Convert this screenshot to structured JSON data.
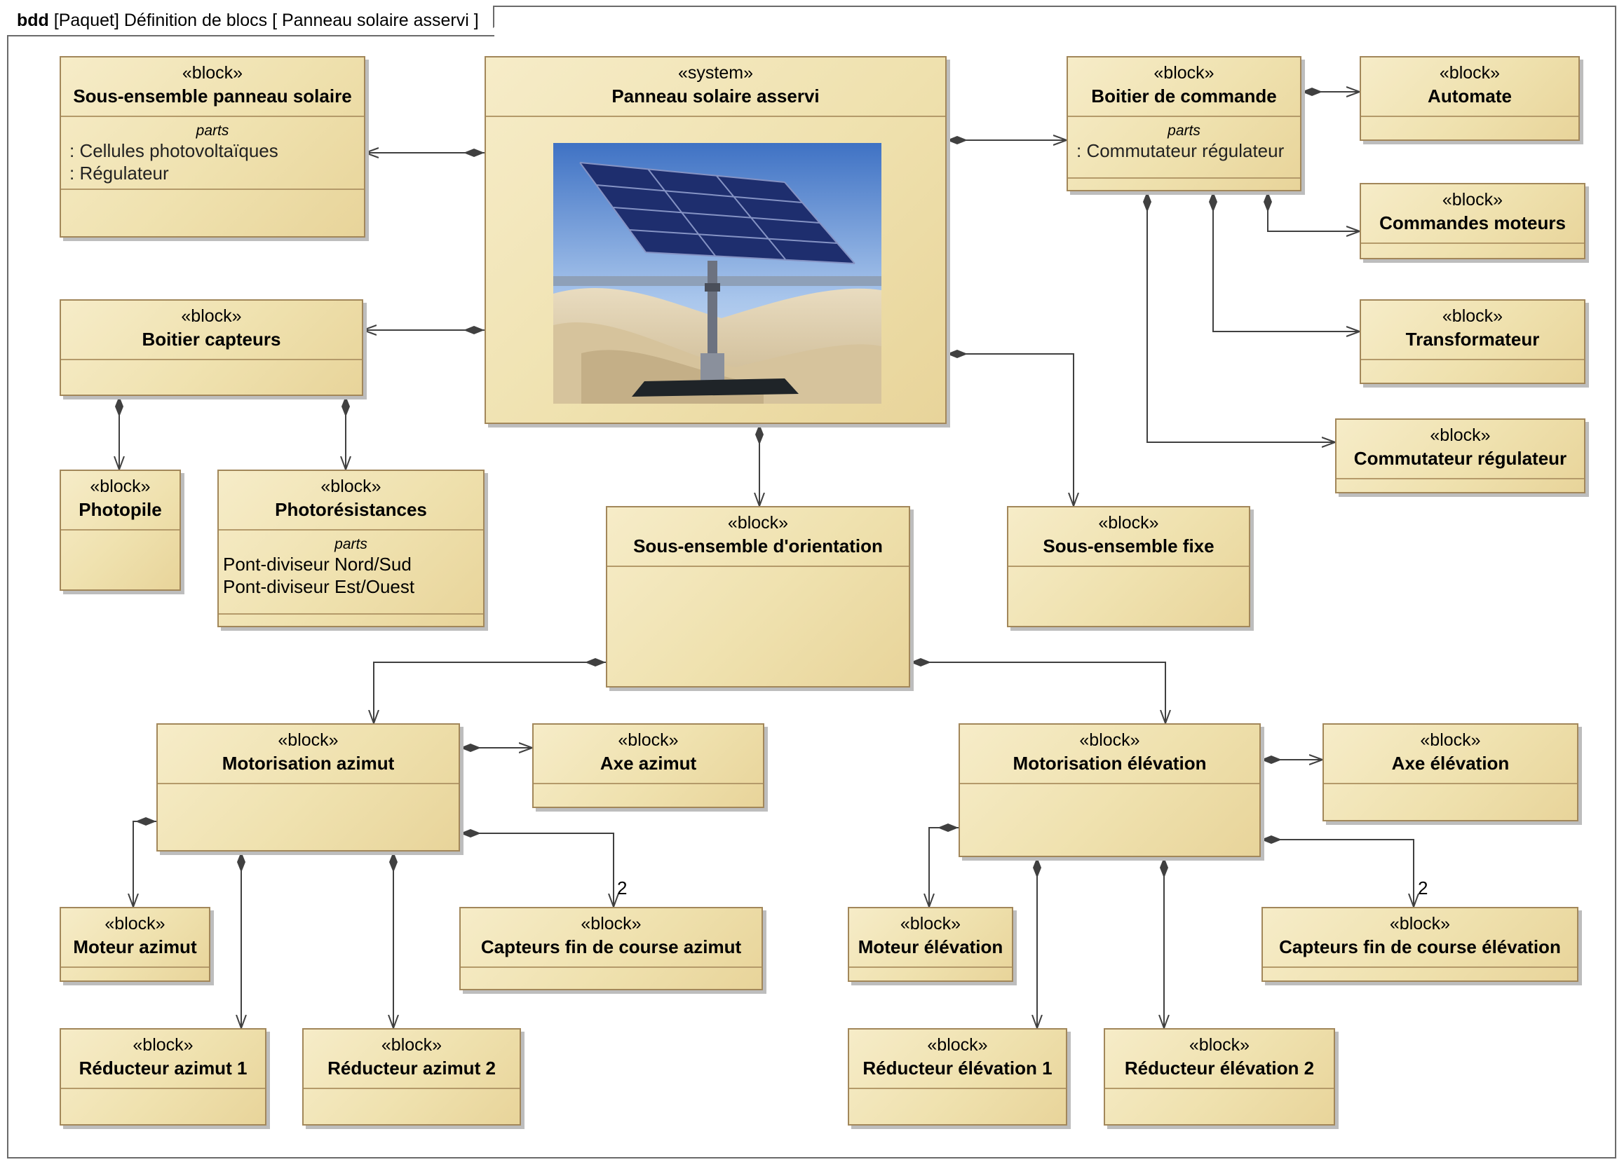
{
  "frame": {
    "kind": "bdd",
    "title": "[Paquet] Définition de blocs [ Panneau solaire asservi ]"
  },
  "parts_label": "parts",
  "system": {
    "stereotype": "«system»",
    "name": "Panneau solaire asservi"
  },
  "blocks": {
    "sous_ensemble_panneau": {
      "stereotype": "«block»",
      "name": "Sous-ensemble panneau solaire",
      "parts": [
        ": Cellules photovoltaïques",
        ": Régulateur"
      ]
    },
    "boitier_capteurs": {
      "stereotype": "«block»",
      "name": "Boitier capteurs"
    },
    "photopile": {
      "stereotype": "«block»",
      "name": "Photopile"
    },
    "photoresistances": {
      "stereotype": "«block»",
      "name": "Photorésistances",
      "parts": [
        "Pont-diviseur Nord/Sud",
        "Pont-diviseur Est/Ouest"
      ]
    },
    "boitier_commande": {
      "stereotype": "«block»",
      "name": "Boitier de commande",
      "parts": [
        ": Commutateur régulateur"
      ]
    },
    "automate": {
      "stereotype": "«block»",
      "name": "Automate"
    },
    "commandes_moteurs": {
      "stereotype": "«block»",
      "name": "Commandes moteurs"
    },
    "transformateur": {
      "stereotype": "«block»",
      "name": "Transformateur"
    },
    "commutateur_regulateur": {
      "stereotype": "«block»",
      "name": "Commutateur régulateur"
    },
    "sous_ensemble_orientation": {
      "stereotype": "«block»",
      "name": "Sous-ensemble d'orientation"
    },
    "sous_ensemble_fixe": {
      "stereotype": "«block»",
      "name": "Sous-ensemble fixe"
    },
    "motorisation_azimut": {
      "stereotype": "«block»",
      "name": "Motorisation azimut"
    },
    "axe_azimut": {
      "stereotype": "«block»",
      "name": "Axe azimut"
    },
    "moteur_azimut": {
      "stereotype": "«block»",
      "name": "Moteur azimut"
    },
    "capteurs_fin_azimut": {
      "stereotype": "«block»",
      "name": "Capteurs fin de course azimut"
    },
    "reducteur_azimut_1": {
      "stereotype": "«block»",
      "name": "Réducteur azimut 1"
    },
    "reducteur_azimut_2": {
      "stereotype": "«block»",
      "name": "Réducteur azimut 2"
    },
    "motorisation_elevation": {
      "stereotype": "«block»",
      "name": "Motorisation élévation"
    },
    "axe_elevation": {
      "stereotype": "«block»",
      "name": "Axe élévation"
    },
    "moteur_elevation": {
      "stereotype": "«block»",
      "name": "Moteur élévation"
    },
    "capteurs_fin_elevation": {
      "stereotype": "«block»",
      "name": "Capteurs fin de course élévation"
    },
    "reducteur_elevation_1": {
      "stereotype": "«block»",
      "name": "Réducteur élévation 1"
    },
    "reducteur_elevation_2": {
      "stereotype": "«block»",
      "name": "Réducteur élévation 2"
    }
  },
  "multiplicities": {
    "capteurs_azimut": "2",
    "capteurs_elevation": "2"
  },
  "colors": {
    "block_fill": "#f0e3b2",
    "block_border": "#a2875a",
    "line": "#404040"
  }
}
